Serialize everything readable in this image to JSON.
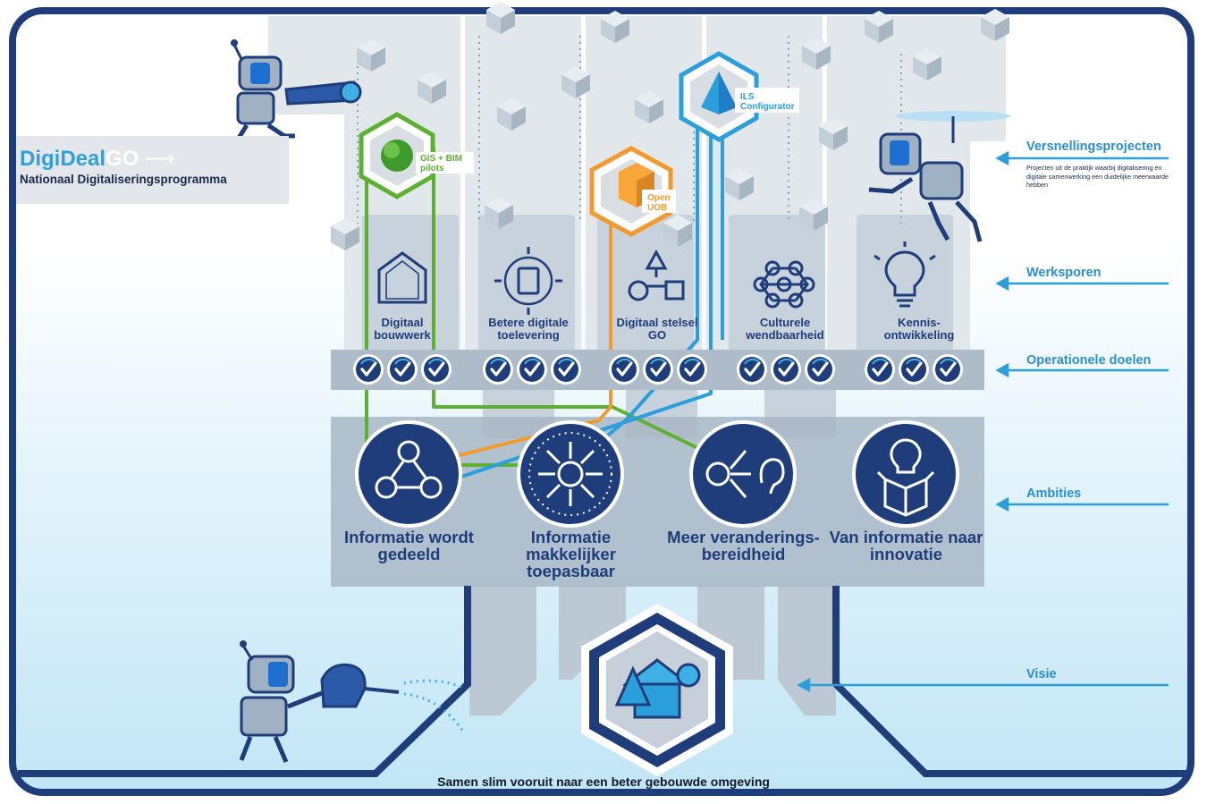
{
  "brand": {
    "name_part1": "DigiDeal",
    "name_part2": "GO",
    "arrow": "⟶",
    "subtitle": "Nationaal Digitaliseringsprogramma"
  },
  "right_labels": {
    "versnellingsprojecten": "Versnellingsprojecten",
    "versnellingsprojecten_desc": "Projecten uit de praktijk waarbij digitalisering en digitale samenwerking een duidelijke meerwaarde hebben",
    "werksporen": "Werksporen",
    "operationele_doelen": "Operationele doelen",
    "ambities": "Ambities",
    "visie": "Visie"
  },
  "projects": [
    {
      "label": "GIS + BIM pilots",
      "color": "#5db030",
      "icon": "green-sphere-icon"
    },
    {
      "label": "Open UOB",
      "color": "#f39a2e",
      "icon": "orange-cube-icon"
    },
    {
      "label": "ILS Configurator",
      "color": "#2a9fdc",
      "icon": "blue-pyramid-icon"
    }
  ],
  "werksporen": [
    {
      "label": "Digitaal bouwwerk",
      "icon": "house-outline-icon"
    },
    {
      "label": "Betere digitale toelevering",
      "icon": "document-arrows-icon"
    },
    {
      "label": "Digitaal stelsel GO",
      "icon": "shapes-network-icon"
    },
    {
      "label": "Culturele wendbaarheid",
      "icon": "molecule-network-icon"
    },
    {
      "label": "Kennis-ontwikkeling",
      "icon": "lightbulb-icon"
    }
  ],
  "ambities": [
    {
      "label": "Informatie wordt gedeeld",
      "icon": "info-sharing-icon"
    },
    {
      "label": "Informatie makkelijker toepasbaar",
      "icon": "info-spread-icon"
    },
    {
      "label": "Meer veranderings-bereidheid",
      "icon": "info-ear-icon"
    },
    {
      "label": "Van informatie naar innovatie",
      "icon": "lightbulb-box-icon"
    }
  ],
  "visie": {
    "caption": "Samen slim vooruit naar een beter gebouwde omgeving",
    "icon": "built-environment-hexagon-icon"
  },
  "colors": {
    "navy": "#1f3d7a",
    "accent_blue": "#2a9fdc",
    "green": "#5db030",
    "orange": "#f39a2e",
    "panel_gray": "#aab8c5"
  }
}
